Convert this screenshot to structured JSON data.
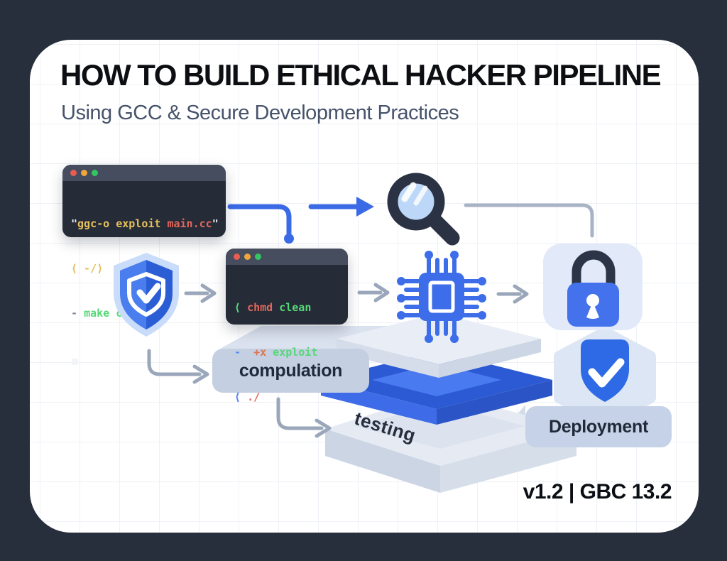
{
  "header": {
    "title": "HOW TO BUILD ETHICAL HACKER PIPELINE",
    "subtitle": "Using GCC & Secure Development Practices"
  },
  "terminals": [
    {
      "name": "source-build-terminal",
      "lines": [
        {
          "segs": [
            {
              "t": "\"",
              "c": "white"
            },
            {
              "t": "ggc-o exploit ",
              "c": "yellow"
            },
            {
              "t": "main.cc",
              "c": "red"
            },
            {
              "t": "\"",
              "c": "white"
            }
          ]
        },
        {
          "segs": [
            {
              "t": "⟨ -/⟩",
              "c": "yellow"
            }
          ]
        },
        {
          "segs": [
            {
              "t": "- ",
              "c": "gray"
            },
            {
              "t": "make clean",
              "c": "green"
            }
          ]
        }
      ]
    },
    {
      "name": "chmod-terminal",
      "lines": [
        {
          "segs": [
            {
              "t": "⟨ ",
              "c": "green"
            },
            {
              "t": "chmd",
              "c": "red"
            },
            {
              "t": " clean",
              "c": "green"
            }
          ]
        },
        {
          "segs": [
            {
              "t": "-",
              "c": "blue"
            },
            {
              "t": "  +x",
              "c": "orange"
            },
            {
              "t": " exploit",
              "c": "green"
            }
          ]
        },
        {
          "segs": [
            {
              "t": "⟨ ",
              "c": "blue"
            },
            {
              "t": "./",
              "c": "red"
            }
          ]
        }
      ]
    }
  ],
  "pipeline": {
    "stage_compile": "compulation",
    "stage_test": "testing",
    "stage_deploy": "Deployment"
  },
  "footer": {
    "version": "v1.2 | GBC 13.2"
  },
  "icons": {
    "magnifier": "magnifier-icon",
    "shield": "shield-icon",
    "cpu": "cpu-chip-icon",
    "lock": "lock-icon",
    "shield_check": "shield-check-icon"
  },
  "colors": {
    "frame_navy": "#272e3c",
    "accent_blue": "#3b6ae6",
    "arrow_gray": "#9aa6ba",
    "terminal_bg": "#252b37",
    "terminal_titlebar": "#454d5e",
    "token_yellow": "#e6c05c",
    "token_red": "#e2675c",
    "token_green": "#55d876",
    "token_blue": "#5588f0",
    "bar_fill": "#c4cfe2",
    "lock_card": "#e2e9f8",
    "slab_blue": "#4a7af0"
  }
}
